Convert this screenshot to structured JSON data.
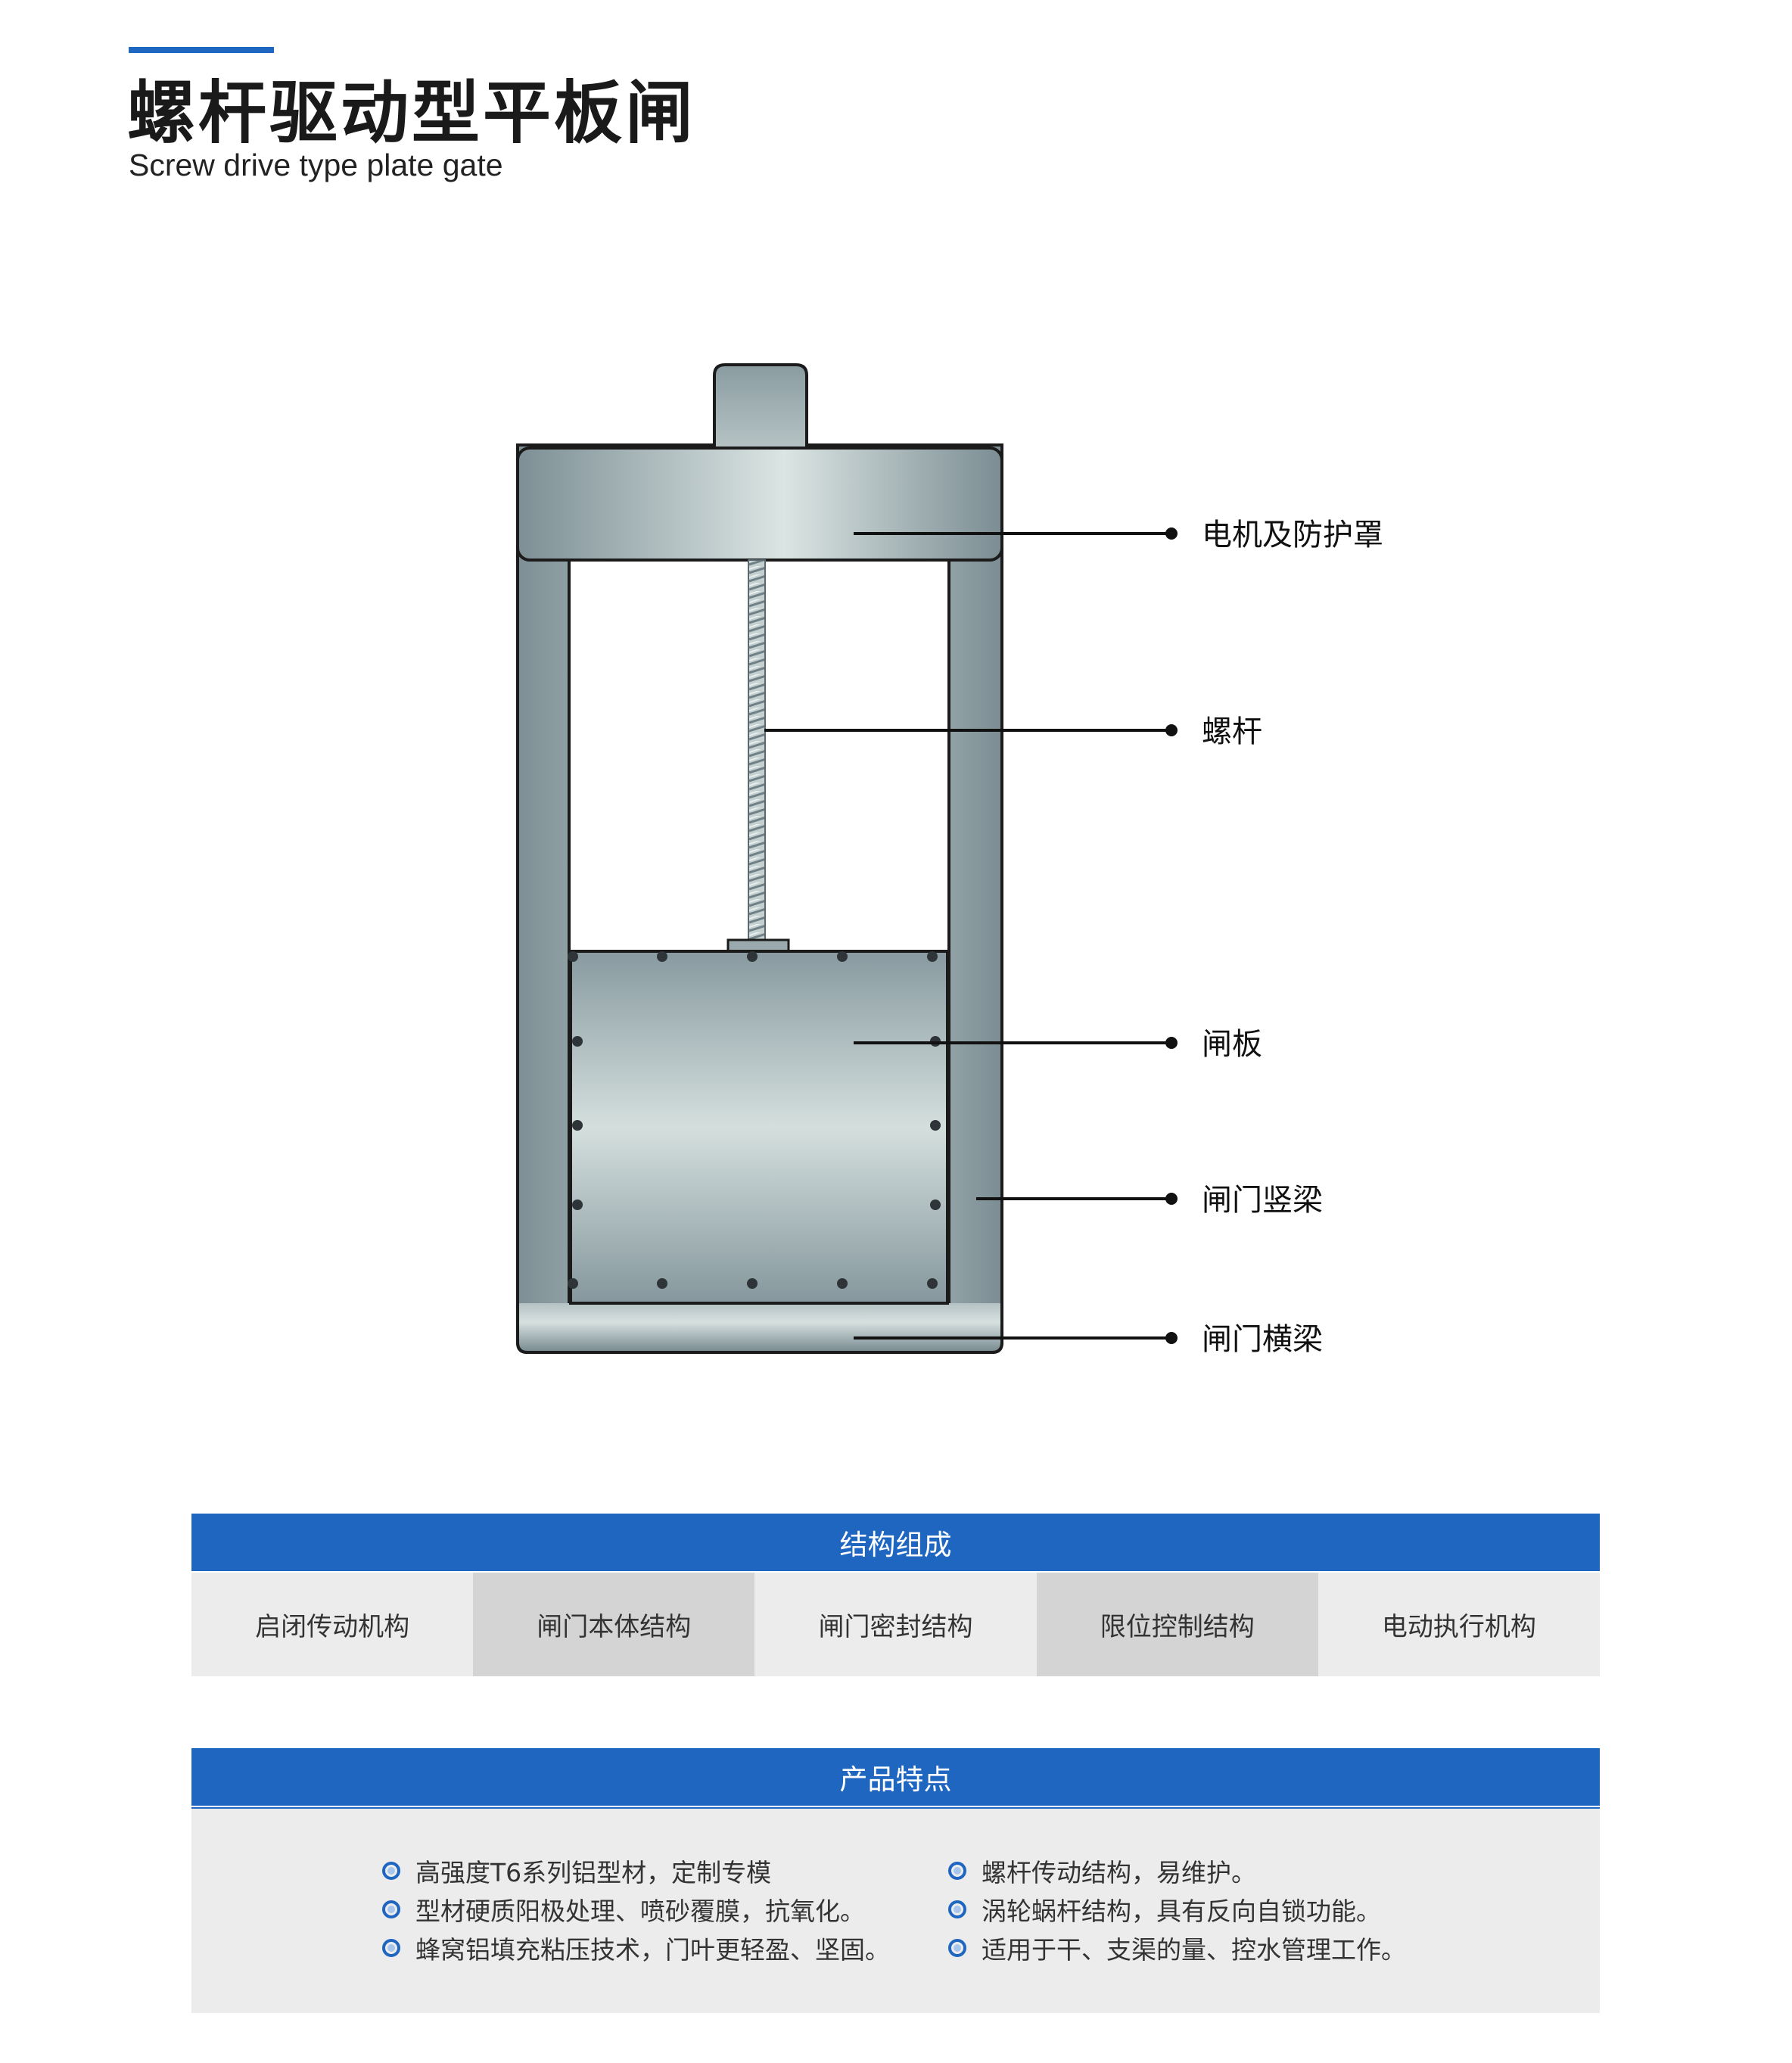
{
  "header": {
    "title_cn": "螺杆驱动型平板闸",
    "title_en": "Screw drive type plate gate"
  },
  "diagram": {
    "callouts": [
      "电机及防护罩",
      "螺杆",
      "闸板",
      "闸门竖梁",
      "闸门横梁"
    ]
  },
  "structure": {
    "title": "结构组成",
    "items": [
      "启闭传动机构",
      "闸门本体结构",
      "闸门密封结构",
      "限位控制结构",
      "电动执行机构"
    ]
  },
  "features": {
    "title": "产品特点",
    "left": [
      "高强度T6系列铝型材，定制专模",
      "型材硬质阳极处理、喷砂覆膜，抗氧化。",
      "蜂窝铝填充粘压技术，门叶更轻盈、坚固。"
    ],
    "right": [
      "螺杆传动结构，易维护。",
      "涡轮蜗杆结构，具有反向自锁功能。",
      "适用于干、支渠的量、控水管理工作。"
    ]
  },
  "colors": {
    "accent": "#1f66c1",
    "cell_light": "#ececec",
    "cell_dark": "#d4d4d4",
    "metal_dark": "#7d8f95",
    "metal_light": "#d9e4e2"
  }
}
